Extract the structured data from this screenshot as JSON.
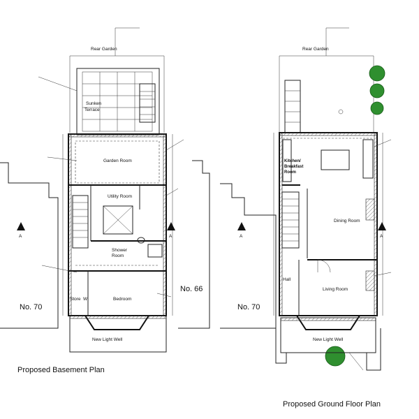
{
  "plans": {
    "basement": {
      "title": "Proposed Basement Plan",
      "rear_garden": "Rear Garden",
      "sunken_terrace": [
        "Sunken",
        "Terrace"
      ],
      "garden_room": "Garden Room",
      "utility_room": "Utility Room",
      "shower_room": [
        "Shower",
        "Room"
      ],
      "store": "Store",
      "wc": "W",
      "bedroom": "Bedroom",
      "light_well": "New Light Well",
      "neighbour_left": "No. 70",
      "neighbour_right": "No. 66",
      "section_marker": "A"
    },
    "ground": {
      "title": "Proposed Ground Floor Plan",
      "rear_garden": "Rear Garden",
      "kitchen": [
        "Kitchen/",
        "Breakfast",
        "Room"
      ],
      "dining_room": "Dining Room",
      "hall": "Hall",
      "living_room": "Living Room",
      "light_well": "New Light Well",
      "neighbour_left": "No. 70",
      "section_marker": "A"
    }
  },
  "colors": {
    "line": "#111111",
    "tree": "#2f8f2f",
    "background": "#ffffff"
  }
}
